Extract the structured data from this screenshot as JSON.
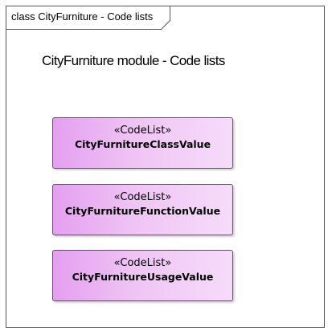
{
  "frame": {
    "label": "class CityFurniture - Code lists"
  },
  "diagram": {
    "title": "CityFurniture module - Code lists"
  },
  "codelists": [
    {
      "stereotype": "«CodeList»",
      "name": "CityFurnitureClassValue"
    },
    {
      "stereotype": "«CodeList»",
      "name": "CityFurnitureFunctionValue"
    },
    {
      "stereotype": "«CodeList»",
      "name": "CityFurnitureUsageValue"
    }
  ],
  "colors": {
    "frame_border": "#555555",
    "codelist_fill_start": "#e49ff0",
    "codelist_fill_end": "#f6dcfa",
    "codelist_border": "#6a4a6a"
  }
}
